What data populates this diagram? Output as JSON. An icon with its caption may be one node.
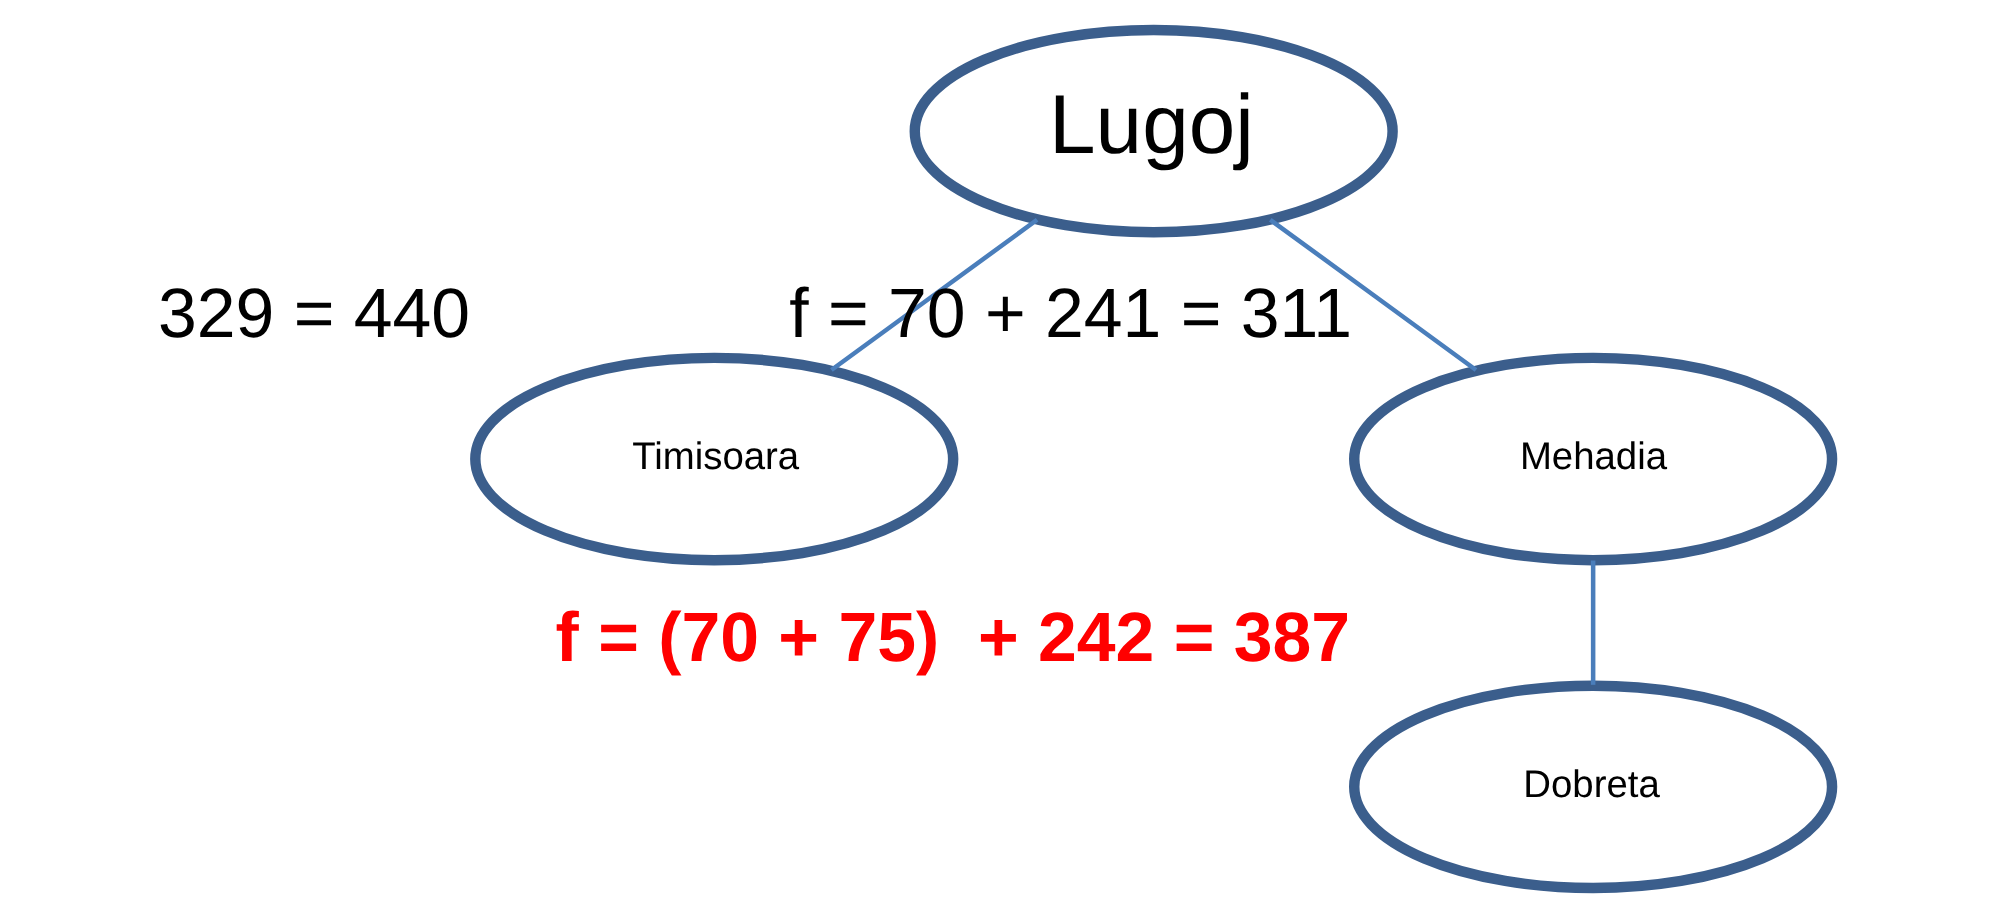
{
  "diagram": {
    "nodes": [
      {
        "text": [
          "Lugoj"
        ]
      },
      {
        "text": [
          "Timisoara"
        ],
        "beside": [
          "329 = 440"
        ]
      },
      {
        "text": [
          "Mehadia"
        ],
        "beside": [
          "f = 70 + 241 = 311"
        ]
      },
      {
        "text": [
          "Dobreta"
        ],
        "beside": [
          "f = (70 + 75)  + 242 = 387"
        ]
      }
    ],
    "edges": [
      {
        "from": 0,
        "to": 1,
        "arrow": "none"
      },
      {
        "from": 0,
        "to": 2,
        "arrow": "none"
      },
      {
        "from": 2,
        "to": 3,
        "arrow": "none"
      }
    ]
  }
}
